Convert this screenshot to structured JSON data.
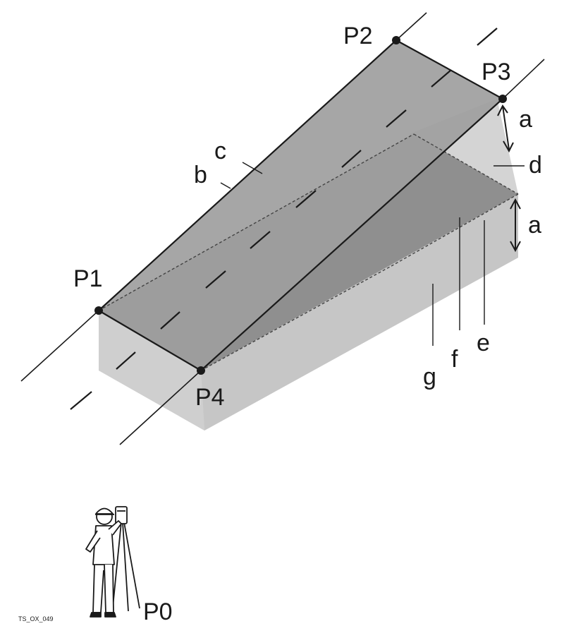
{
  "points": {
    "p1": "P1",
    "p2": "P2",
    "p3": "P3",
    "p4": "P4",
    "p0": "P0"
  },
  "callouts": {
    "a_upper": "a",
    "a_lower": "a",
    "b": "b",
    "c": "c",
    "d": "d",
    "e": "e",
    "f": "f",
    "g": "g"
  },
  "figure_ref": "TS_OX_049",
  "colors": {
    "plane_top": "#9e9e9e",
    "offset_plane": "#8d8d8d",
    "side_light": "#dcdcdc",
    "side_mid": "#c9c9c9",
    "line": "#1a1a1a"
  }
}
